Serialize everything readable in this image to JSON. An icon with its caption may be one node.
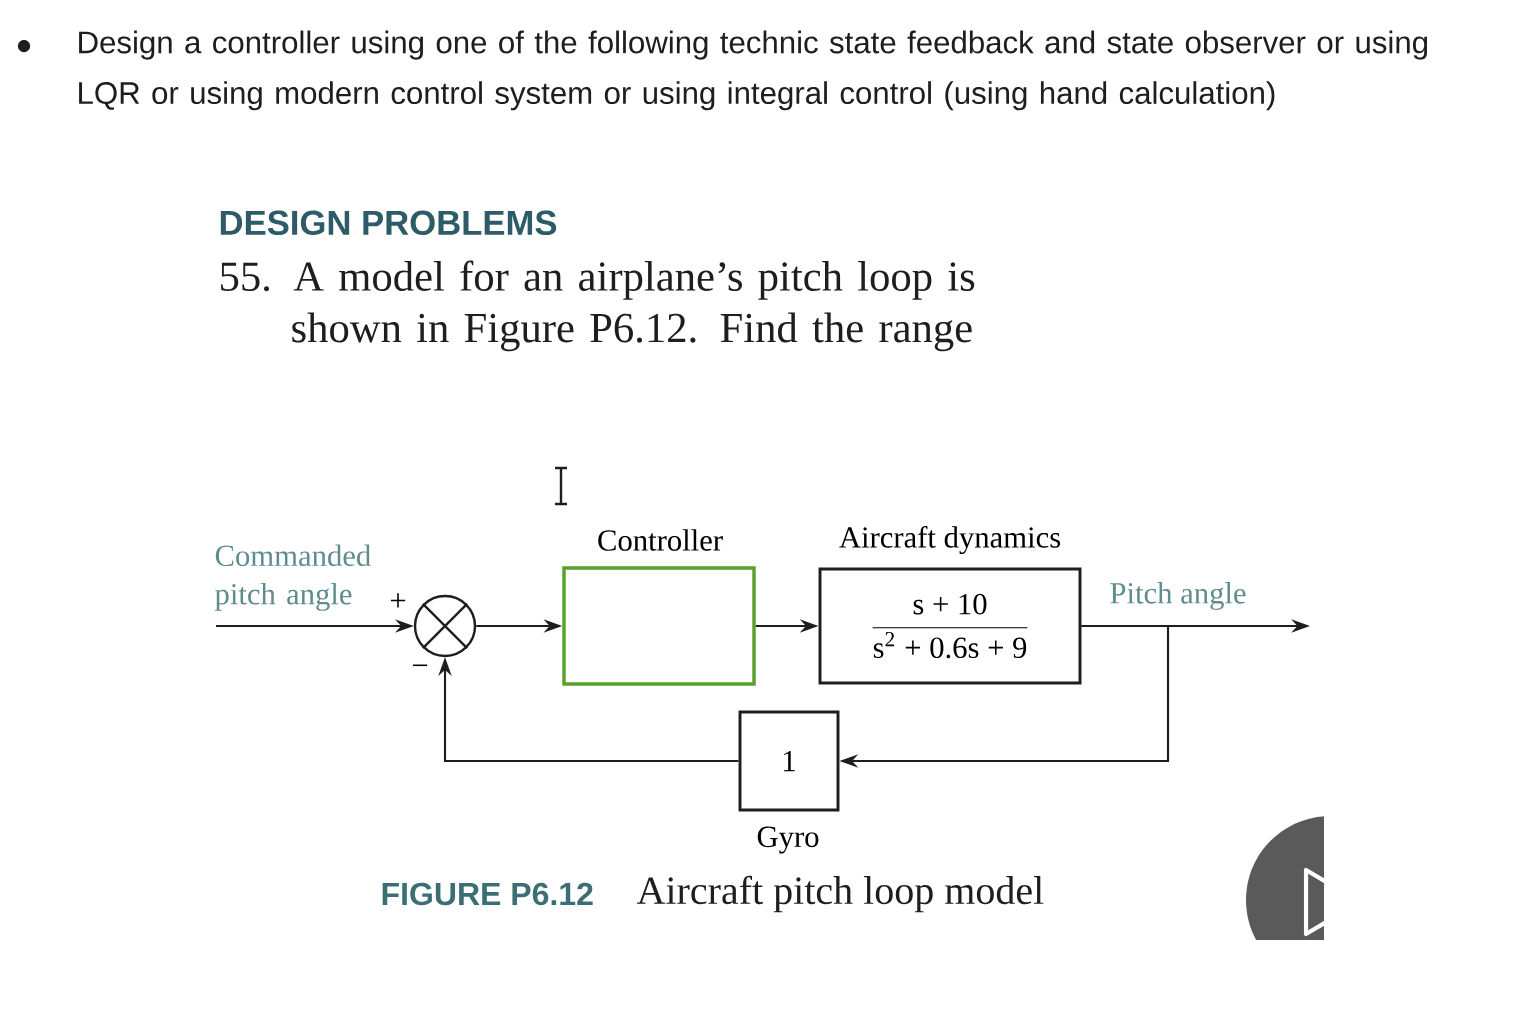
{
  "diagram": {
    "nodes": [
      {
        "text": [],
        "shape": "circle",
        "beside": [
          "+",
          "−"
        ]
      },
      {
        "text": [
          "Controller"
        ]
      },
      {
        "text": [
          "Aircraft dynamics",
          "s + 10",
          "s$^{2}$ + 0.6s + 9"
        ]
      },
      {
        "text": [
          "1"
        ],
        "beside": [
          "Gyro"
        ]
      }
    ],
    "edges": [
      {
        "from": null,
        "to": 0,
        "arrow": "to",
        "label": "Commanded pitch angle"
      },
      {
        "from": 0,
        "to": 1,
        "arrow": "to"
      },
      {
        "from": 1,
        "to": 2,
        "arrow": "to"
      },
      {
        "from": 2,
        "to": null,
        "arrow": "to",
        "label": "Pitch angle"
      },
      {
        "from": 2,
        "to": 3,
        "arrow": "to"
      },
      {
        "from": 3,
        "to": 0,
        "arrow": "to"
      }
    ],
    "labels": [
      "Design a controller using one of the following technic state feedback and state observer or using LQR or using modern control system or using integral control (using hand calculation)",
      "DESIGN PROBLEMS",
      "55. A model for an airplane’s pitch loop is shown in Figure P6.12. Find the range",
      "FIGURE P6.12"
    ],
    "caption": "Aircraft pitch loop model"
  }
}
